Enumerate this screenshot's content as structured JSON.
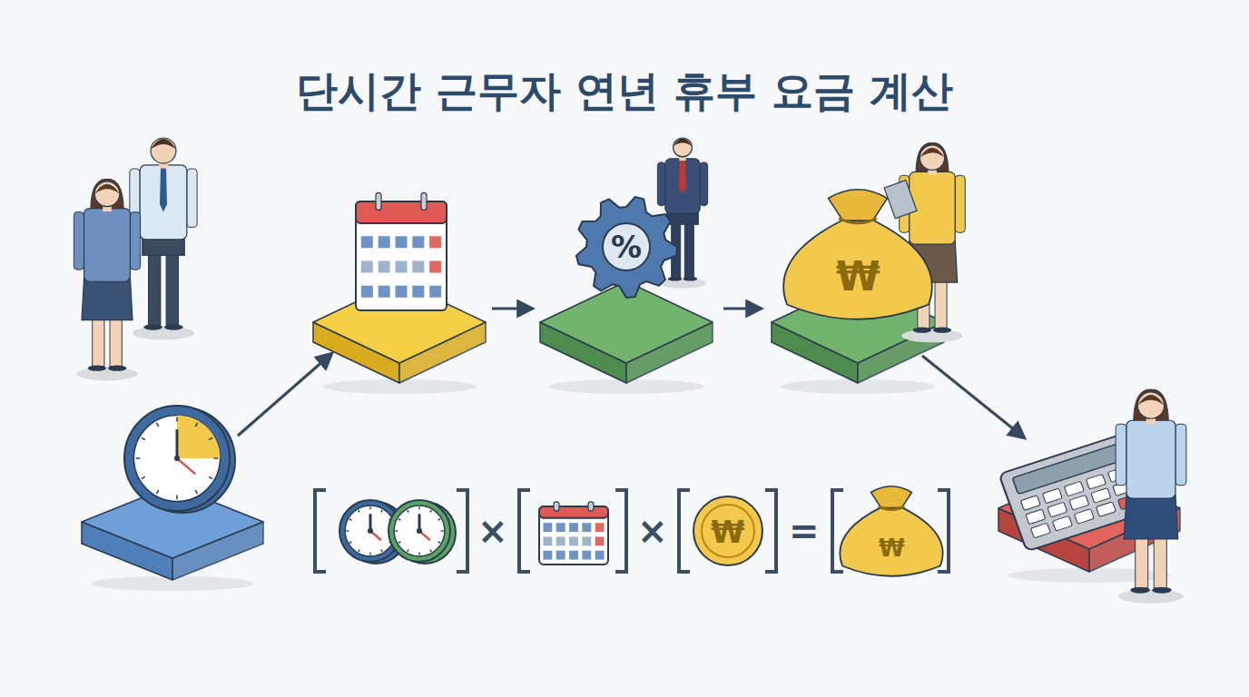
{
  "diagram": {
    "title": "단시간 근무자 연년 휴부 요금 계산",
    "labels": [
      "%",
      "₩",
      "×",
      "×",
      "₩",
      "=",
      "₩"
    ]
  }
}
